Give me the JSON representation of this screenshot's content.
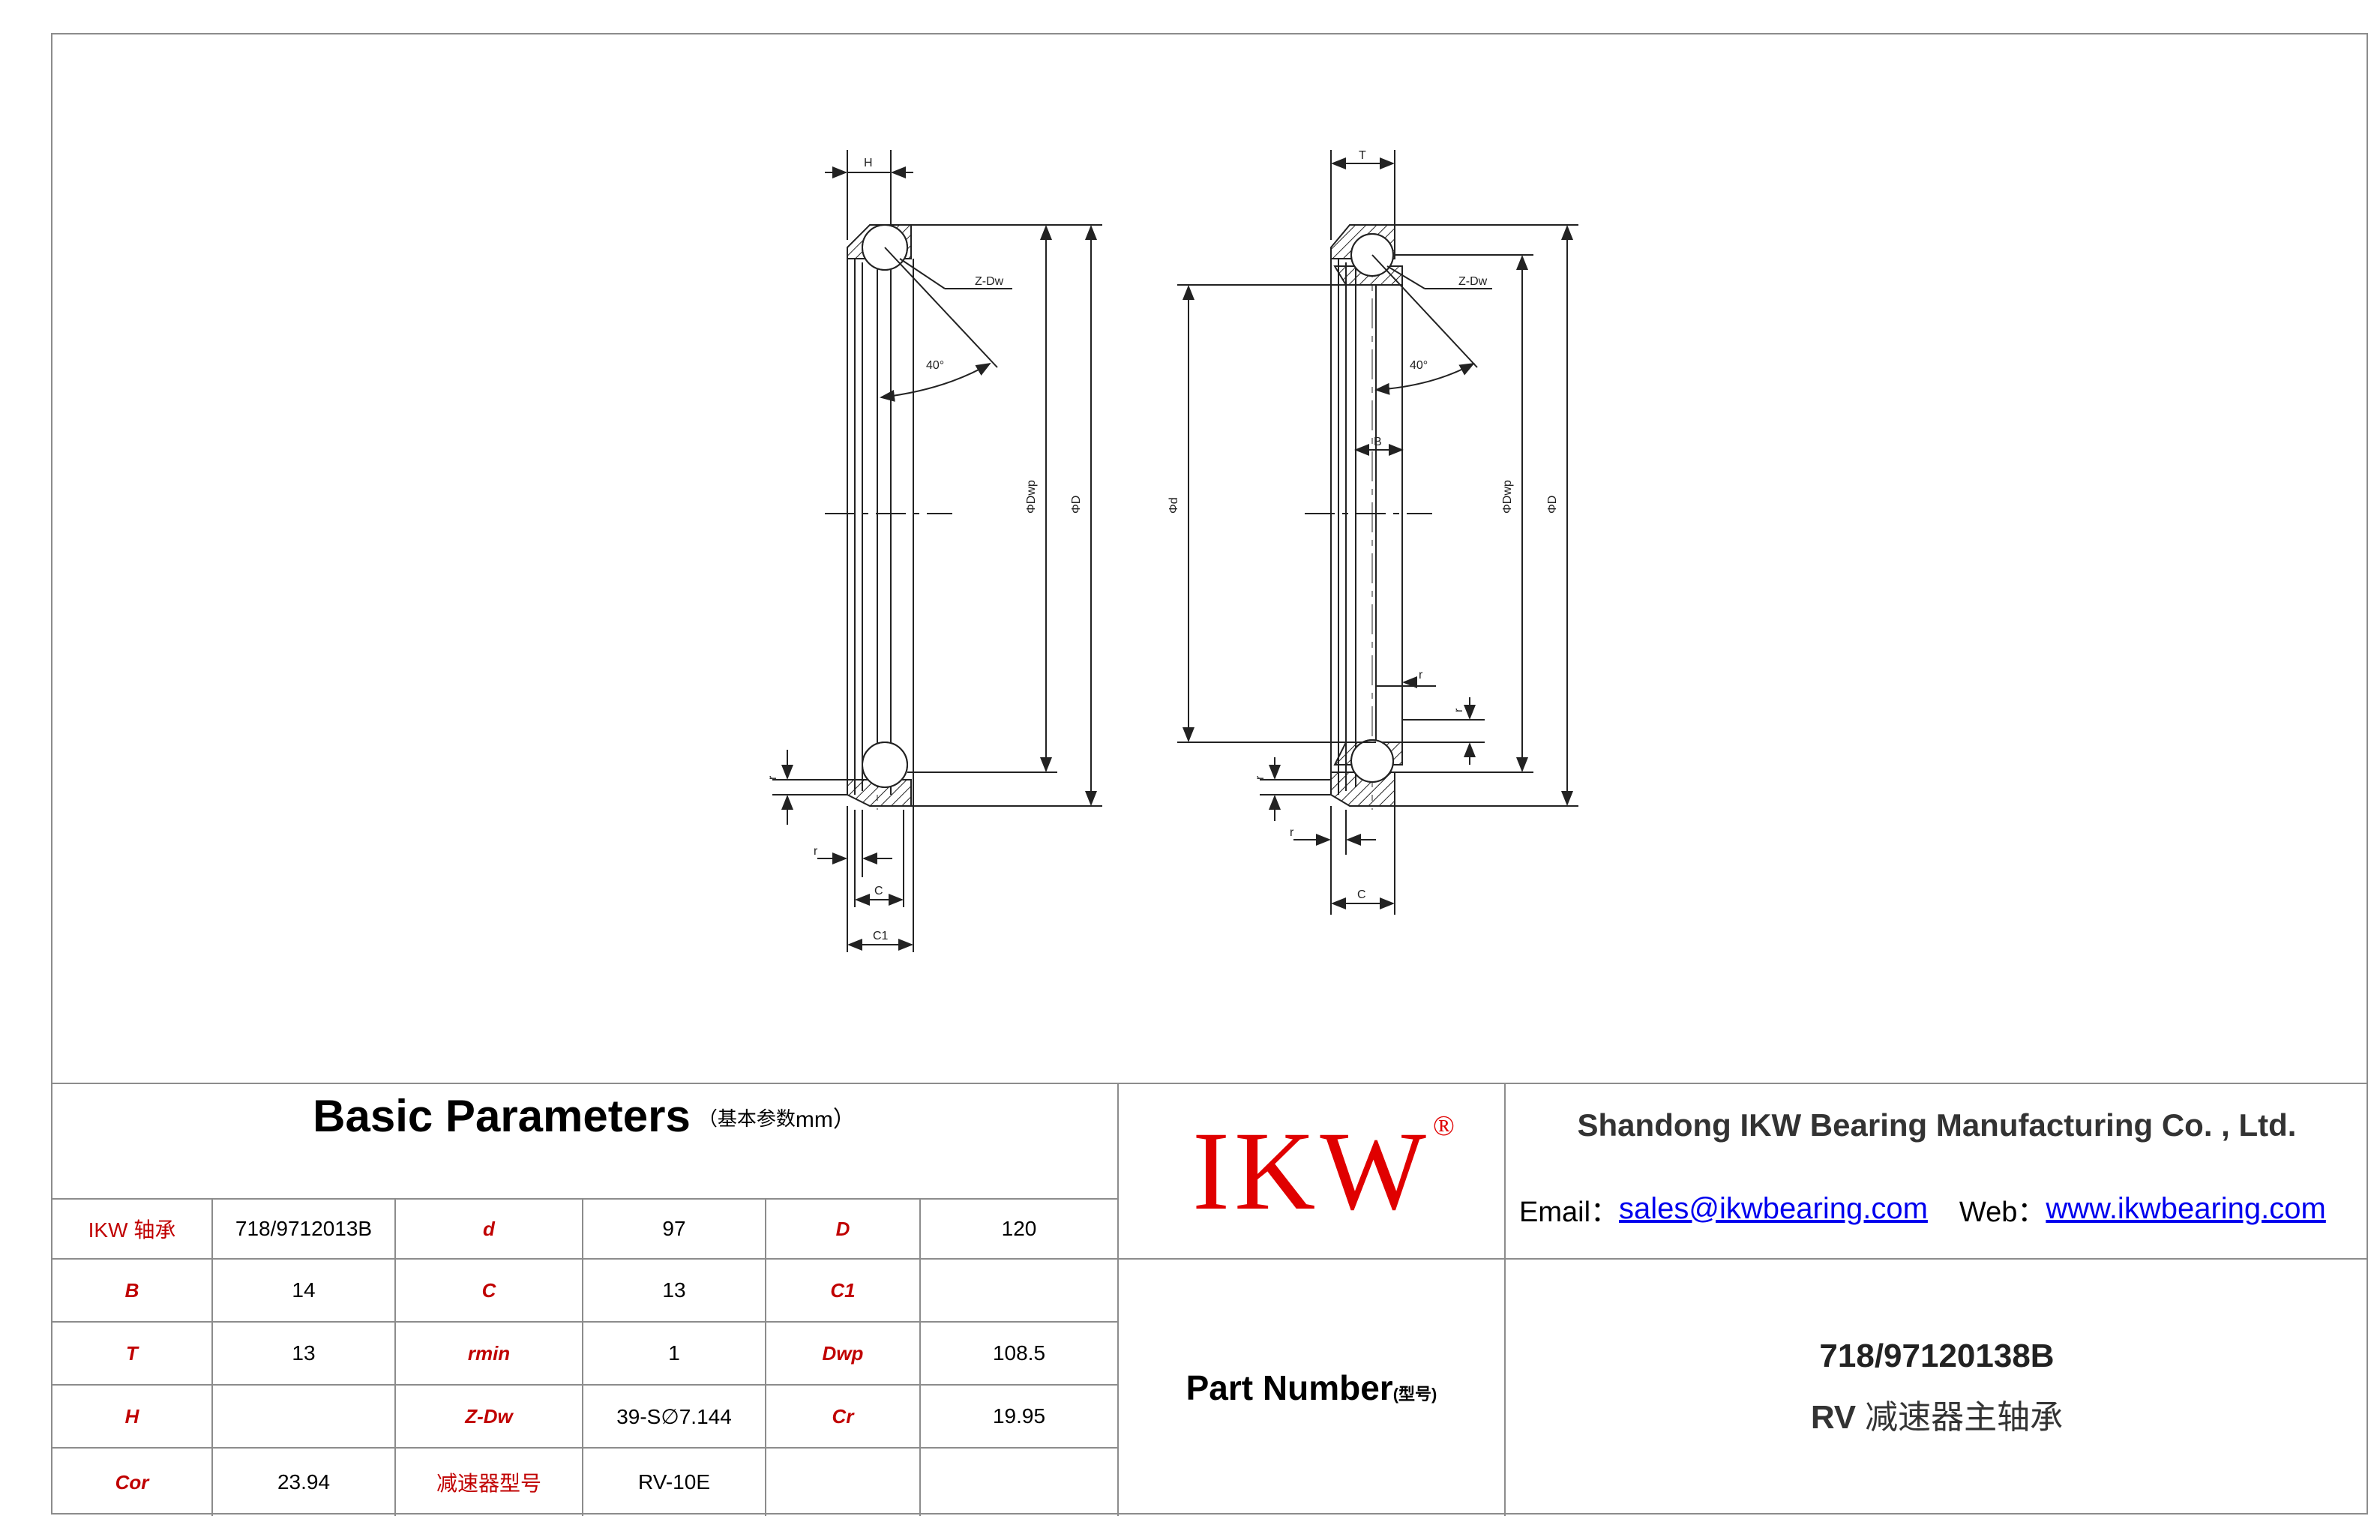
{
  "drawing": {
    "left_view": {
      "dim_top": "H",
      "ball_label": "Z-Dw",
      "angle": "40°",
      "dim_pitch": "ΦDwp",
      "dim_outer": "ΦD",
      "r_side": "r",
      "r_bottom": "r",
      "dim_c": "C",
      "dim_c1": "C1"
    },
    "right_view": {
      "dim_top": "T",
      "ball_label": "Z-Dw",
      "angle": "40°",
      "dim_b": "B",
      "dim_inner": "Φd",
      "r_inner": "r",
      "r_inner2": "r",
      "dim_pitch": "ΦDwp",
      "dim_outer": "ΦD",
      "r_side": "r",
      "r_bottom": "r",
      "dim_c": "C"
    }
  },
  "params": {
    "title": "Basic Parameters",
    "subtitle": "（基本参数",
    "unit": "mm）",
    "rows": [
      [
        {
          "t": "IKW 轴承",
          "s": "red-plain"
        },
        {
          "t": "718/9712013B",
          "s": "val"
        },
        {
          "t": "d",
          "s": "red-label"
        },
        {
          "t": "97",
          "s": "val"
        },
        {
          "t": "D",
          "s": "red-label"
        },
        {
          "t": "120",
          "s": "val"
        }
      ],
      [
        {
          "t": "B",
          "s": "red-label"
        },
        {
          "t": "14",
          "s": "val"
        },
        {
          "t": "C",
          "s": "red-label"
        },
        {
          "t": "13",
          "s": "val"
        },
        {
          "t": "C1",
          "s": "red-label"
        },
        {
          "t": "",
          "s": "val"
        }
      ],
      [
        {
          "t": "T",
          "s": "red-label"
        },
        {
          "t": "13",
          "s": "val"
        },
        {
          "t": "rmin",
          "s": "red-label"
        },
        {
          "t": "1",
          "s": "val"
        },
        {
          "t": "Dwp",
          "s": "red-label"
        },
        {
          "t": "108.5",
          "s": "val"
        }
      ],
      [
        {
          "t": "H",
          "s": "red-label"
        },
        {
          "t": "",
          "s": "val"
        },
        {
          "t": "Z-Dw",
          "s": "red-label"
        },
        {
          "t": "39-S∅7.144",
          "s": "val"
        },
        {
          "t": "Cr",
          "s": "red-label"
        },
        {
          "t": "19.95",
          "s": "val"
        }
      ],
      [
        {
          "t": "Cor",
          "s": "red-label"
        },
        {
          "t": "23.94",
          "s": "val"
        },
        {
          "t": "减速器型号",
          "s": "red-plain"
        },
        {
          "t": "RV-10E",
          "s": "val"
        },
        {
          "t": "",
          "s": "val"
        },
        {
          "t": "",
          "s": "val"
        }
      ]
    ]
  },
  "logo": {
    "text": "IKW",
    "reg": "®",
    "color": "#e00000"
  },
  "company": {
    "name": "Shandong IKW Bearing Manufacturing Co. , Ltd.",
    "email_label": "Email：",
    "email": "sales@ikwbearing.com ",
    "web_label": "Web：",
    "web": "www.ikwbearing.com"
  },
  "part": {
    "label": "Part Number",
    "label_sub": "(型号)",
    "value": "718/97120138B",
    "desc_a": "RV",
    "desc_b": "减速器主轴承"
  }
}
